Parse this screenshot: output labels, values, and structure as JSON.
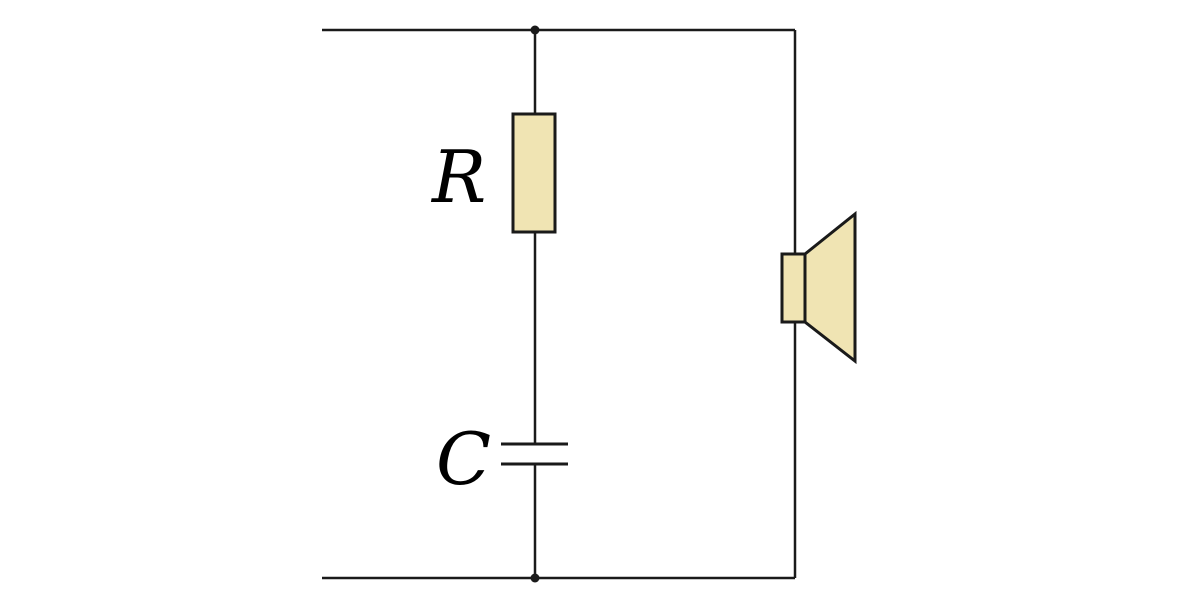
{
  "labels": {
    "resistor": "R",
    "capacitor": "C"
  },
  "colors": {
    "component_fill": "#f0e4b3",
    "wire": "#1a1a1a",
    "background": "#ffffff"
  },
  "components": [
    {
      "type": "resistor",
      "icon": "resistor-icon"
    },
    {
      "type": "capacitor",
      "icon": "capacitor-icon"
    },
    {
      "type": "speaker",
      "icon": "speaker-icon"
    }
  ]
}
